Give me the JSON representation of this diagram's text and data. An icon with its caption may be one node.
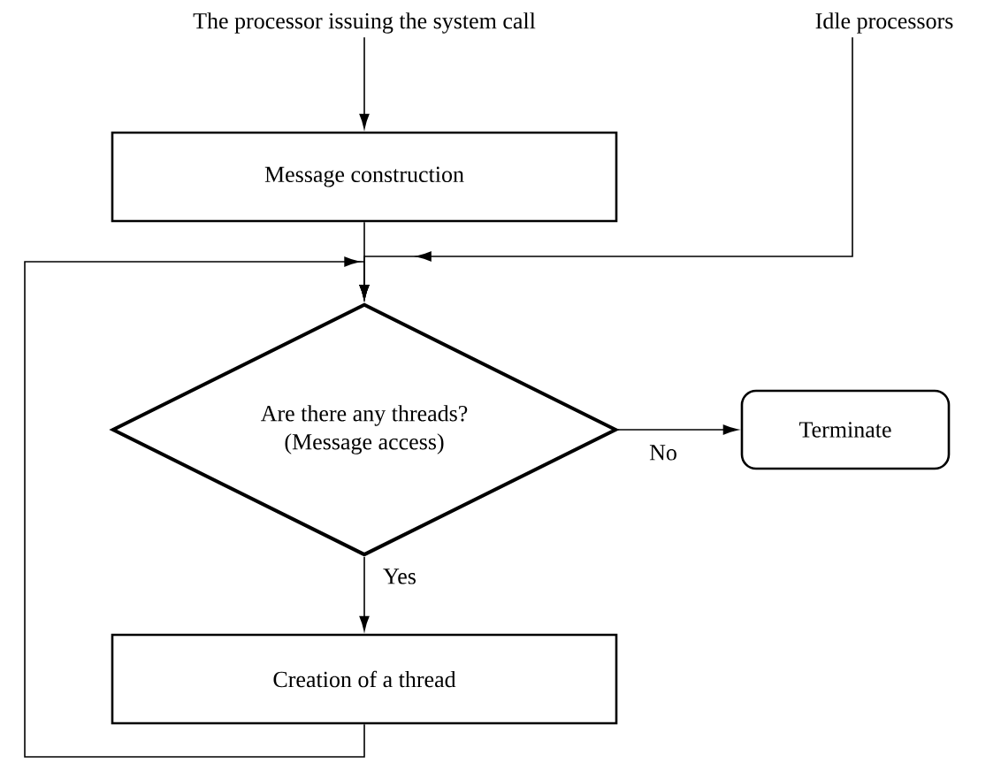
{
  "diagram": {
    "nodes": [
      {
        "text": [
          "The processor issuing the system call"
        ]
      },
      {
        "text": [
          "Message construction"
        ]
      },
      {
        "text": [
          "Idle processors"
        ]
      },
      {
        "text": [
          "Are there any threads?",
          "(Message access)"
        ]
      },
      {
        "text": [
          "Terminate"
        ]
      },
      {
        "text": [
          "Creation of a thread"
        ]
      }
    ],
    "edges": [
      {
        "from": 0,
        "to": 1,
        "arrow": "to"
      },
      {
        "from": 1,
        "to": 3,
        "arrow": "to"
      },
      {
        "from": 2,
        "to": 3,
        "arrow": "to"
      },
      {
        "from": 5,
        "to": 3,
        "arrow": "to"
      },
      {
        "from": 3,
        "to": 4,
        "arrow": "to",
        "label": "No"
      },
      {
        "from": 3,
        "to": 5,
        "arrow": "to",
        "label": "Yes"
      }
    ]
  }
}
